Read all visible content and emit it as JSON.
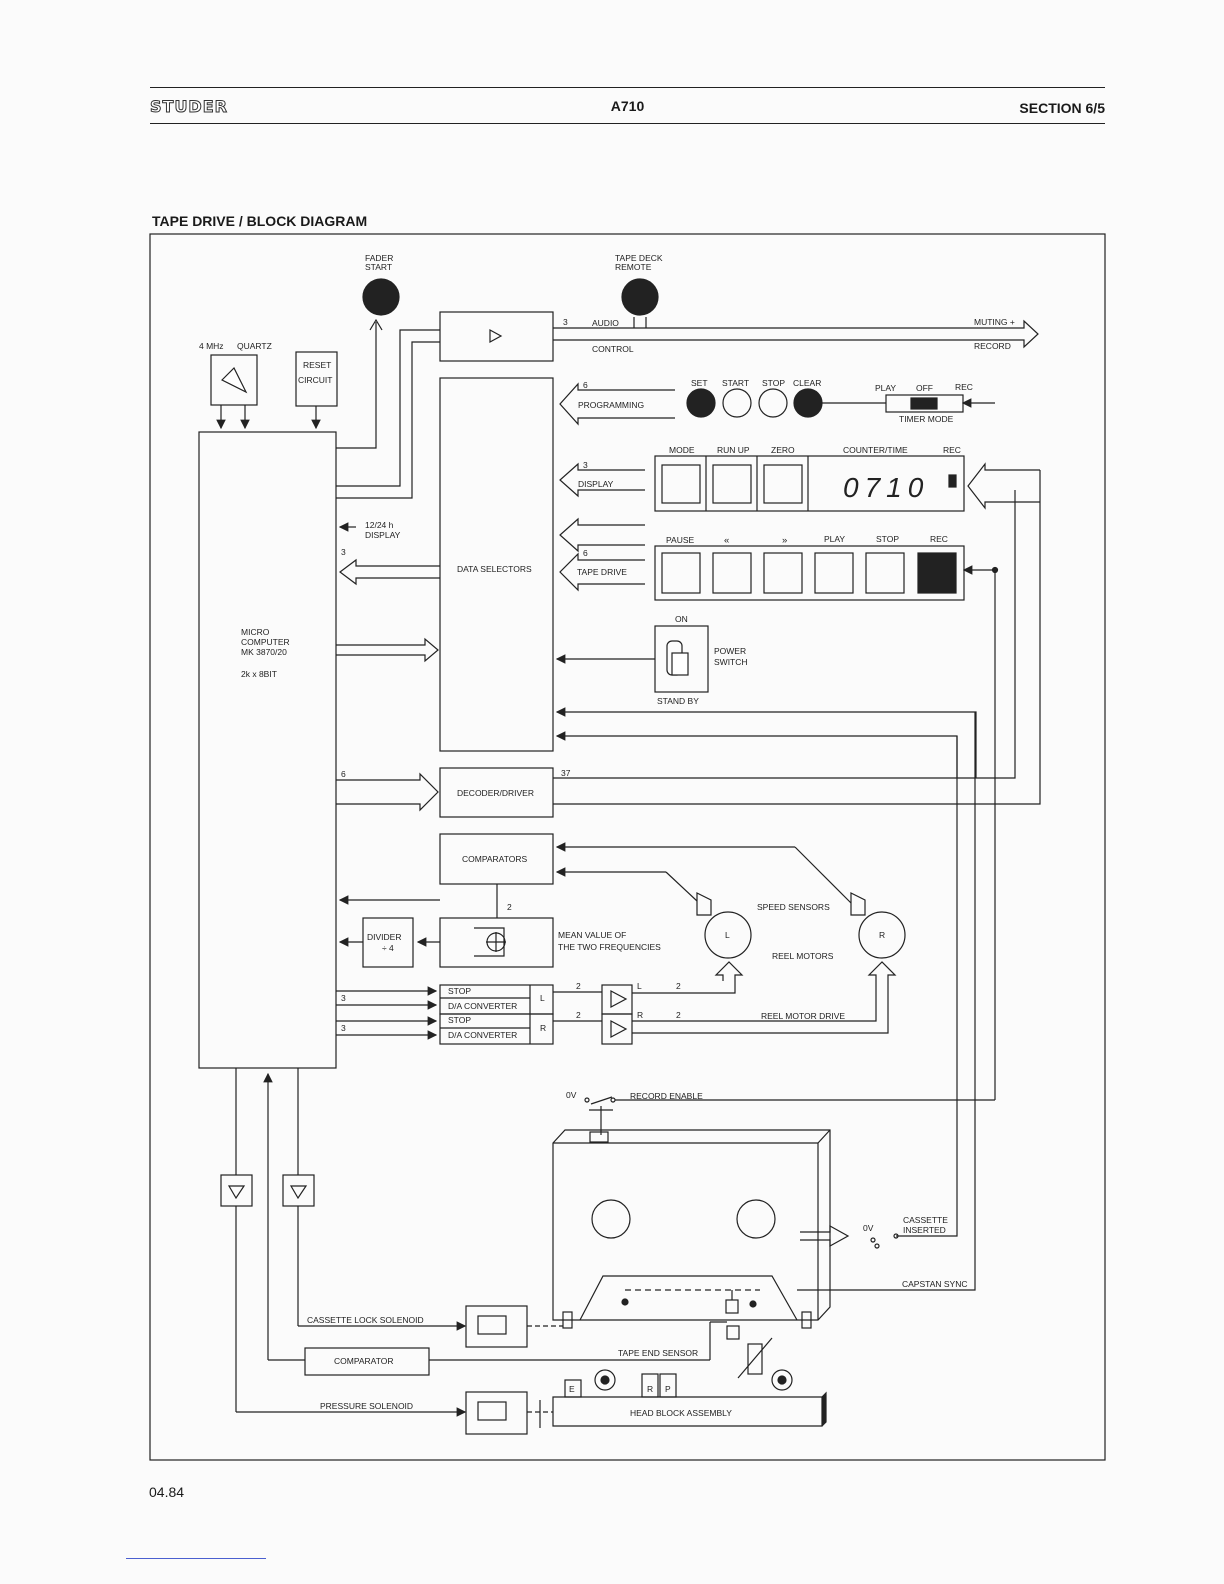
{
  "header": {
    "brand": "STUDER",
    "model": "A710",
    "section": "SECTION 6/5"
  },
  "diagram_title": "TAPE DRIVE / BLOCK DIAGRAM",
  "footer": {
    "date": "04.84"
  },
  "labels": {
    "fader_start_1": "FADER",
    "fader_start_2": "START",
    "tape_deck_remote_1": "TAPE DECK",
    "tape_deck_remote_2": "REMOTE",
    "audio": "AUDIO",
    "control": "CONTROL",
    "muting": "MUTING +",
    "record": "RECORD",
    "mhz": "4 MHz",
    "quartz": "QUARTZ",
    "reset_1": "RESET",
    "reset_2": "CIRCUIT",
    "programming": "PROGRAMMING",
    "set": "SET",
    "start": "START",
    "stop": "STOP",
    "clear": "CLEAR",
    "play": "PLAY",
    "off": "OFF",
    "rec": "REC",
    "timer_mode": "TIMER MODE",
    "mode": "MODE",
    "run_up": "RUN UP",
    "zero": "ZERO",
    "counter_time": "COUNTER/TIME",
    "display": "DISPLAY",
    "counter_value": "0710",
    "display_1224_1": "12/24 h",
    "display_1224_2": "DISPLAY",
    "data_selectors": "DATA SELECTORS",
    "tape_drive": "TAPE DRIVE",
    "pause": "PAUSE",
    "rew": "«",
    "ff": "»",
    "on": "ON",
    "power_1": "POWER",
    "power_2": "SWITCH",
    "stand_by": "STAND BY",
    "micro_1": "MICRO",
    "micro_2": "COMPUTER",
    "micro_3": "MK 3870/20",
    "micro_4": "2k x 8BIT",
    "decoder": "DECODER/DRIVER",
    "comparators": "COMPARATORS",
    "speed_sensors": "SPEED SENSORS",
    "divider_1": "DIVIDER",
    "divider_2": "÷ 4",
    "mean_1": "MEAN VALUE OF",
    "mean_2": "THE TWO FREQUENCIES",
    "reel_motors": "REEL MOTORS",
    "motor_l": "L",
    "motor_r": "R",
    "stop_da": "STOP",
    "da_conv": "D/A CONVERTER",
    "ch_l": "L",
    "ch_r": "R",
    "reel_motor_drive": "REEL MOTOR DRIVE",
    "ov": "0V",
    "record_enable": "RECORD ENABLE",
    "cassette_inserted_1": "CASSETTE",
    "cassette_inserted_2": "INSERTED",
    "capstan_sync": "CAPSTAN SYNC",
    "cassette_lock": "CASSETTE LOCK SOLENOID",
    "comparator": "COMPARATOR",
    "tape_end_sensor": "TAPE END SENSOR",
    "pressure_solenoid": "PRESSURE SOLENOID",
    "head_block": "HEAD BLOCK ASSEMBLY",
    "head_e": "E",
    "head_r": "R",
    "head_p": "P",
    "n2": "2",
    "n3": "3",
    "n6": "6",
    "n37": "37"
  }
}
